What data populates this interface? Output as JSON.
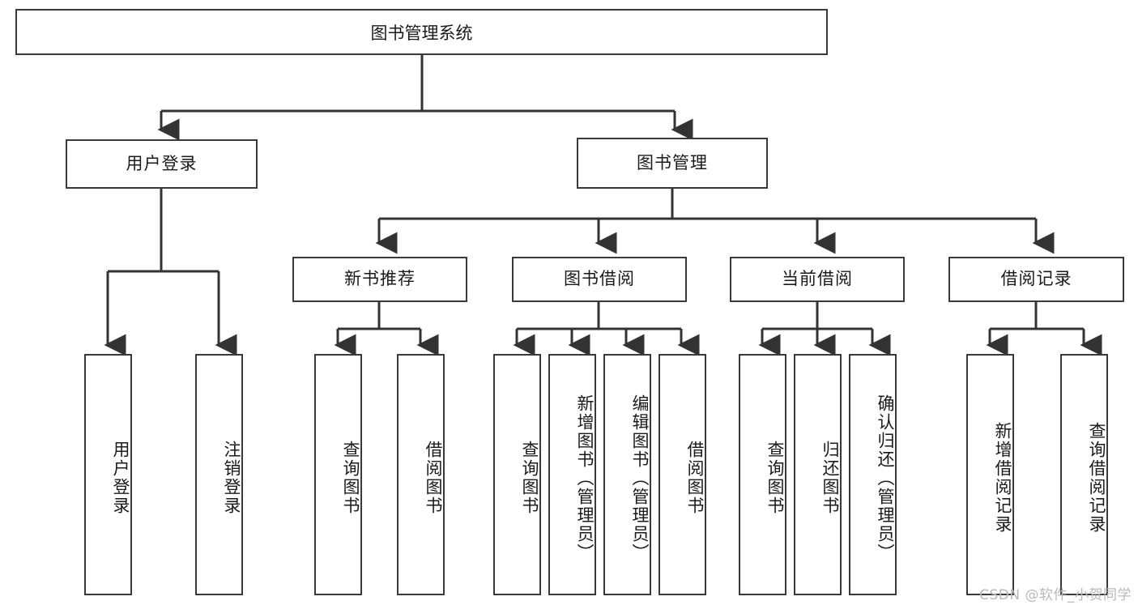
{
  "diagram": {
    "title": "图书管理系统",
    "type": "tree",
    "watermark": "CSDN @软件_小贺同学",
    "colors": {
      "background": "#ffffff",
      "box_border": "#3a3a3a",
      "box_fill": "#ffffff",
      "connector": "#333333",
      "text": "#1a1a1a",
      "watermark": "#b9b9b9"
    },
    "root": {
      "label": "图书管理系统"
    },
    "level1": [
      {
        "label": "用户登录"
      },
      {
        "label": "图书管理"
      }
    ],
    "level2": [
      {
        "label": "新书推荐"
      },
      {
        "label": "图书借阅"
      },
      {
        "label": "当前借阅"
      },
      {
        "label": "借阅记录"
      }
    ],
    "leaves": {
      "user_login": [
        {
          "label": "用户登录"
        },
        {
          "label": "注销登录"
        }
      ],
      "new_book_recommend": [
        {
          "label": "查询图书"
        },
        {
          "label": "借阅图书"
        }
      ],
      "book_borrow": [
        {
          "label": "查询图书"
        },
        {
          "label": "新增图书（管理员）"
        },
        {
          "label": "编辑图书（管理员）"
        },
        {
          "label": "借阅图书"
        }
      ],
      "current_borrow": [
        {
          "label": "查询图书"
        },
        {
          "label": "归还图书"
        },
        {
          "label": "确认归还（管理员）"
        }
      ],
      "borrow_record": [
        {
          "label": "新增借阅记录"
        },
        {
          "label": "查询借阅记录"
        }
      ]
    }
  }
}
